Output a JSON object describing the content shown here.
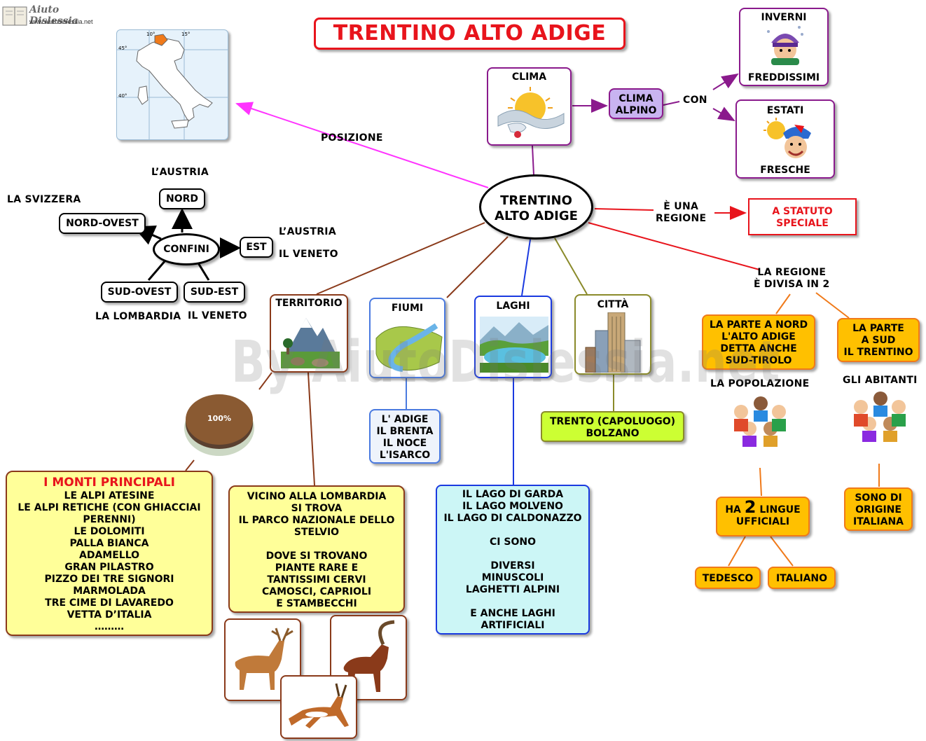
{
  "header": {
    "title": "TRENTINO ALTO ADIGE",
    "logo_text": "Aiuto Dislessia",
    "logo_url": "www.aiutodislessia.net"
  },
  "watermark": "By AiutoDislessia.net",
  "map": {
    "lat1": "45°",
    "lat2": "40°",
    "lon1": "10°",
    "lon2": "15°"
  },
  "center": {
    "line1": "TRENTINO",
    "line2": "ALTO ADIGE"
  },
  "position_label": "POSIZIONE",
  "clima": {
    "label": "CLIMA",
    "type_line1": "CLIMA",
    "type_line2": "ALPINO",
    "connector": "CON",
    "winter_top": "INVERNI",
    "winter_bottom": "FREDDISSIMI",
    "summer_top": "ESTATI",
    "summer_bottom": "FRESCHE"
  },
  "statuto": {
    "connector_line1": "È UNA",
    "connector_line2": "REGIONE",
    "box_line1": "A STATUTO",
    "box_line2": "SPECIALE"
  },
  "confini": {
    "center": "CONFINI",
    "nord": "NORD",
    "nord_ovest": "NORD-OVEST",
    "est": "EST",
    "sud_ovest": "SUD-OVEST",
    "sud_est": "SUD-EST",
    "label_nord": "L’AUSTRIA",
    "label_nord_ovest": "LA SVIZZERA",
    "label_est_1": "L’AUSTRIA",
    "label_est_2": "IL VENETO",
    "label_sud_ovest": "LA LOMBARDIA",
    "label_sud_est": "IL VENETO"
  },
  "territorio": {
    "label": "TERRITORIO",
    "pie_label": "100%",
    "monti_title": "I MONTI PRINCIPALI",
    "monti": [
      "LE ALPI ATESINE",
      "LE ALPI RETICHE (CON GHIACCIAI",
      "PERENNI)",
      "LE DOLOMITI",
      "PALLA BIANCA",
      "ADAMELLO",
      "GRAN PILASTRO",
      "PIZZO DEI TRE SIGNORI",
      "MARMOLADA",
      "TRE CIME DI LAVAREDO",
      "VETTA D’ITALIA",
      "………"
    ],
    "parco": [
      "VICINO ALLA LOMBARDIA",
      "SI TROVA",
      "IL PARCO NAZIONALE DELLO",
      "STELVIO",
      "",
      "DOVE SI TROVANO",
      "PIANTE RARE E",
      "TANTISSIMI CERVI",
      "CAMOSCI, CAPRIOLI",
      "E STAMBECCHI"
    ]
  },
  "fiumi": {
    "label": "FIUMI",
    "items": [
      "L' ADIGE",
      "IL BRENTA",
      "IL NOCE",
      "L'ISARCO"
    ]
  },
  "laghi": {
    "label": "LAGHI",
    "items": [
      "IL LAGO DI GARDA",
      "IL LAGO MOLVENO",
      "IL LAGO DI CALDONAZZO",
      "",
      "CI SONO",
      "",
      "DIVERSI",
      "MINUSCOLI",
      "LAGHETTI ALPINI",
      "",
      "E ANCHE LAGHI",
      "ARTIFICIALI"
    ]
  },
  "citta": {
    "label": "CITTÀ",
    "line1": "TRENTO (CAPOLUOGO)",
    "line2": "BOLZANO"
  },
  "regione": {
    "connector_line1": "LA REGIONE",
    "connector_line2": "È DIVISA IN 2",
    "nord": [
      "LA PARTE A NORD",
      "L'ALTO ADIGE",
      "DETTA ANCHE",
      "SUD-TIROLO"
    ],
    "sud": [
      "LA PARTE",
      "A SUD",
      "IL TRENTINO"
    ],
    "popolazione": "LA POPOLAZIONE",
    "abitanti": "GLI ABITANTI",
    "lingue_pre": "HA",
    "lingue_num": "2",
    "lingue_post": "LINGUE",
    "lingue_line2": "UFFICIALI",
    "tedesco": "TEDESCO",
    "italiano": "ITALIANO",
    "origine": [
      "SONO DI",
      "ORIGINE",
      "ITALIANA"
    ]
  },
  "colors": {
    "title_border": "#e8141c",
    "clima_border": "#8a1a8c",
    "clima_fill": "#c8b4f0",
    "statuto_border": "#e8141c",
    "territorio_border": "#8a3a1a",
    "fiumi_border": "#4a7ae0",
    "laghi_border": "#1a3ae0",
    "laghi_fill": "#ccf6f6",
    "citta_border": "#8a8a2a",
    "citta_fill": "#ccff33",
    "note_fill": "#ffff99",
    "orange_fill": "#ffc000",
    "orange_border": "#f07a1a"
  }
}
